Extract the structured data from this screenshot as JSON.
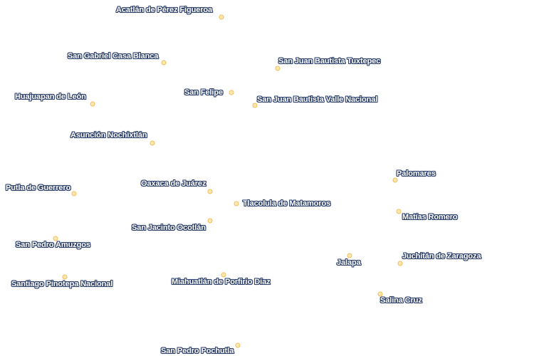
{
  "places": [
    {
      "key": "acatlan",
      "name": "Acatlán de Pérez Figueroa"
    },
    {
      "key": "san-gabriel",
      "name": "San Gabriel Casa Blanca"
    },
    {
      "key": "tuxtepec",
      "name": "San Juan Bautista Tuxtepec"
    },
    {
      "key": "huajuapan",
      "name": "Huajuapan de León"
    },
    {
      "key": "san-felipe",
      "name": "San Felipe"
    },
    {
      "key": "valle-nacional",
      "name": "San Juan Bautista Valle Nacional"
    },
    {
      "key": "nochixtlan",
      "name": "Asunción Nochixtlán"
    },
    {
      "key": "palomares",
      "name": "Palomares"
    },
    {
      "key": "putla",
      "name": "Putla de Guerrero"
    },
    {
      "key": "oaxaca",
      "name": "Oaxaca de Juárez"
    },
    {
      "key": "tlacolula",
      "name": "Tlacolula de Matamoros"
    },
    {
      "key": "matias-romero",
      "name": "Matías Romero"
    },
    {
      "key": "ocotlan",
      "name": "San Jacinto Ocotlán"
    },
    {
      "key": "amuzgos",
      "name": "San Pedro Amuzgos"
    },
    {
      "key": "juchitan",
      "name": "Juchitán de Zaragoza"
    },
    {
      "key": "jalapa",
      "name": "Jalapa"
    },
    {
      "key": "pinotepa",
      "name": "Santiago Pinotepa Nacional"
    },
    {
      "key": "miahuatlan",
      "name": "Miahuatlán de Porfirio Díaz"
    },
    {
      "key": "salina-cruz",
      "name": "Salina Cruz"
    },
    {
      "key": "pochutla",
      "name": "San Pedro Pochutla"
    }
  ],
  "colors": {
    "marker_fill": "#fde9b0",
    "marker_stroke": "#f0bd5a",
    "label_text": "#ffffff",
    "label_halo": "#2c3f6b"
  }
}
